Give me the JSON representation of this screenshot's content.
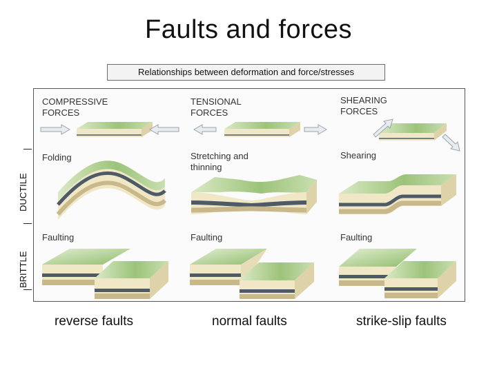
{
  "slide": {
    "title": "Faults and forces",
    "subtitle": "Relationships between deformation and force/stresses"
  },
  "rows": {
    "ductile": "DUCTILE",
    "brittle": "BRITTLE"
  },
  "columns": [
    {
      "force_line1": "COMPRESSIVE",
      "force_line2": "FORCES",
      "ductile_label": "Folding",
      "brittle_label": "Faulting",
      "fault_type": "reverse faults"
    },
    {
      "force_line1": "TENSIONAL",
      "force_line2": "FORCES",
      "ductile_label_line1": "Stretching and",
      "ductile_label_line2": "thinning",
      "brittle_label": "Faulting",
      "fault_type": "normal faults"
    },
    {
      "force_line1": "SHEARING",
      "force_line2": "FORCES",
      "ductile_label": "Shearing",
      "brittle_label": "Faulting",
      "fault_type": "strike-slip faults"
    }
  ],
  "colors": {
    "block_top": "#9cc37a",
    "block_top_light": "#d5e6bf",
    "block_face": "#efe7c6",
    "dark_layer": "#4e5a66",
    "tan_layer": "#c8b88a",
    "arrow": "#9aa3ab"
  }
}
